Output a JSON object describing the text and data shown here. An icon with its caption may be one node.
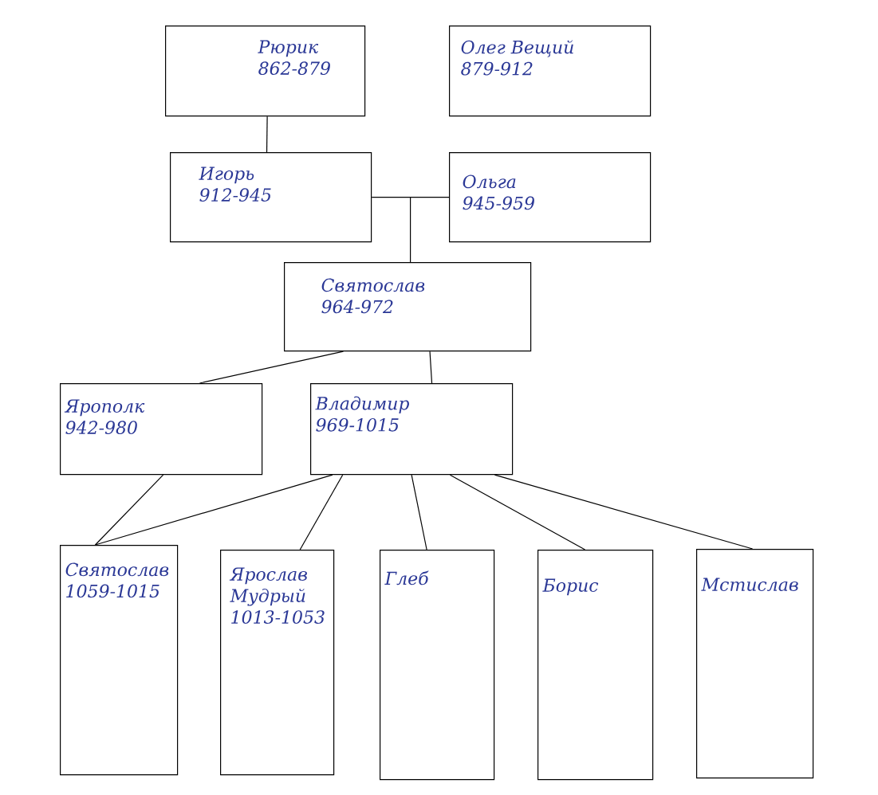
{
  "diagram": {
    "nodes": [
      {
        "text": [
          "Рюрик",
          "862-879"
        ]
      },
      {
        "text": [
          "Олег Вещий",
          "879-912"
        ]
      },
      {
        "text": [
          "Игорь",
          "912-945"
        ]
      },
      {
        "text": [
          "Ольга",
          "945-959"
        ]
      },
      {
        "text": [
          "Святослав",
          "964-972"
        ]
      },
      {
        "text": [
          "Ярополк",
          "942-980"
        ]
      },
      {
        "text": [
          "Владимир",
          "969-1015"
        ]
      },
      {
        "text": [
          "Святослав",
          "1059-1015"
        ]
      },
      {
        "text": [
          "Ярослав Мудрый",
          "1013-1053"
        ]
      },
      {
        "text": [
          "Глеб"
        ]
      },
      {
        "text": [
          "Борис"
        ]
      },
      {
        "text": [
          "Мстислав"
        ]
      }
    ],
    "edges": [
      {
        "from": 0,
        "to": 2,
        "arrow": "none"
      },
      {
        "from": 2,
        "to": 3,
        "arrow": "none"
      },
      {
        "from": 2,
        "to": 4,
        "arrow": "none"
      },
      {
        "from": 3,
        "to": 4,
        "arrow": "none"
      },
      {
        "from": 4,
        "to": 5,
        "arrow": "none"
      },
      {
        "from": 4,
        "to": 6,
        "arrow": "none"
      },
      {
        "from": 5,
        "to": 7,
        "arrow": "none"
      },
      {
        "from": 6,
        "to": 7,
        "arrow": "none"
      },
      {
        "from": 6,
        "to": 8,
        "arrow": "none"
      },
      {
        "from": 6,
        "to": 9,
        "arrow": "none"
      },
      {
        "from": 6,
        "to": 10,
        "arrow": "none"
      },
      {
        "from": 6,
        "to": 11,
        "arrow": "none"
      }
    ]
  }
}
